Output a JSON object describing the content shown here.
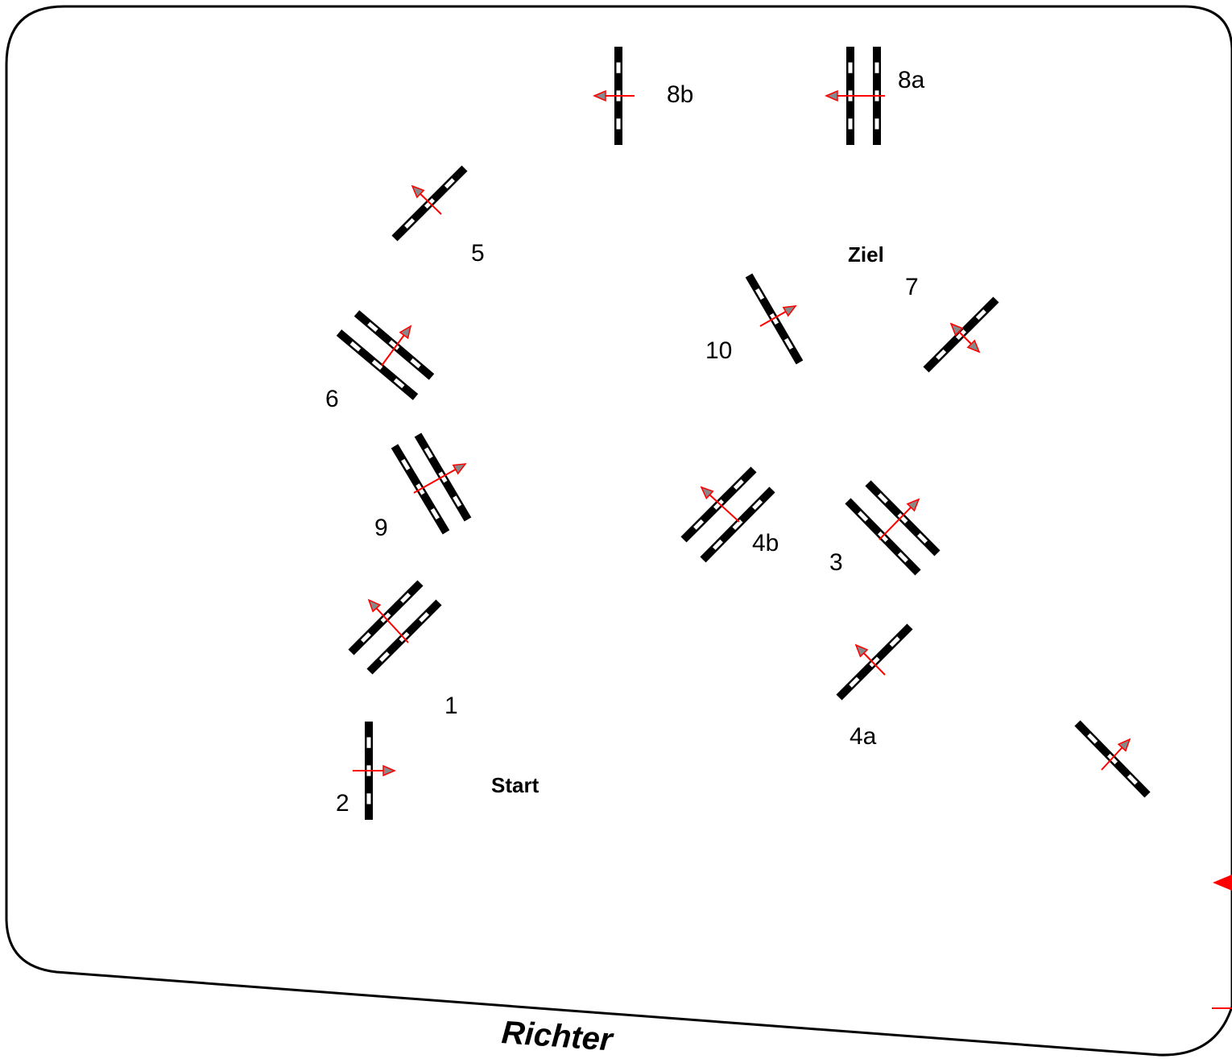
{
  "arena": {
    "start_label": "Start",
    "finish_label": "Ziel",
    "judge_label": "Richter"
  },
  "obstacles": [
    {
      "id": "1",
      "label": "1",
      "type": "oxer"
    },
    {
      "id": "2",
      "label": "2",
      "type": "vertical"
    },
    {
      "id": "3",
      "label": "3",
      "type": "oxer"
    },
    {
      "id": "4a",
      "label": "4a",
      "type": "vertical"
    },
    {
      "id": "4b",
      "label": "4b",
      "type": "oxer"
    },
    {
      "id": "5",
      "label": "5",
      "type": "vertical"
    },
    {
      "id": "6",
      "label": "6",
      "type": "oxer"
    },
    {
      "id": "7",
      "label": "7",
      "type": "vertical"
    },
    {
      "id": "8a",
      "label": "8a",
      "type": "oxer"
    },
    {
      "id": "8b",
      "label": "8b",
      "type": "vertical"
    },
    {
      "id": "9",
      "label": "9",
      "type": "oxer"
    },
    {
      "id": "10",
      "label": "10",
      "type": "vertical"
    },
    {
      "id": "unlabeled",
      "label": "",
      "type": "vertical"
    }
  ],
  "colors": {
    "rail_dark": "#000000",
    "rail_light": "#ffffff",
    "direction_arrow": "#ff0000",
    "arrow_head": "#888888"
  }
}
